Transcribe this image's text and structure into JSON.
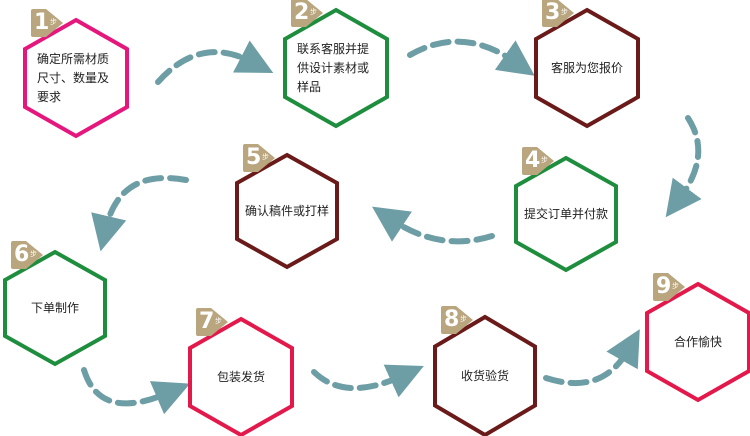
{
  "colors": {
    "arrow": "#6e9ea5",
    "badge": "#b9a67e",
    "pink": "#e5177d",
    "green": "#1e8e3e",
    "darkred": "#6b1a1a",
    "crimson": "#e3184b"
  },
  "step_suffix": "步",
  "steps": [
    {
      "number": "1",
      "label": "确定所需材质尺寸、数量及要求",
      "color": "#e5177d"
    },
    {
      "number": "2",
      "label": "联系客服并提供设计素材或样品",
      "color": "#1e8e3e"
    },
    {
      "number": "3",
      "label": "客服为您报价",
      "color": "#6b1a1a"
    },
    {
      "number": "4",
      "label": "提交订单并付款",
      "color": "#1e8e3e"
    },
    {
      "number": "5",
      "label": "确认稿件或打样",
      "color": "#6b1a1a"
    },
    {
      "number": "6",
      "label": "下单制作",
      "color": "#1e8e3e"
    },
    {
      "number": "7",
      "label": "包装发货",
      "color": "#e3184b"
    },
    {
      "number": "8",
      "label": "收货验货",
      "color": "#6b1a1a"
    },
    {
      "number": "9",
      "label": "合作愉快",
      "color": "#e3184b"
    }
  ]
}
